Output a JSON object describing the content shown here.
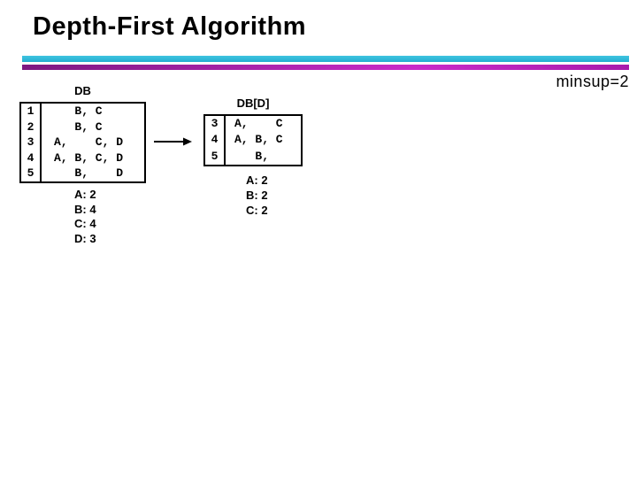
{
  "title": "Depth-First Algorithm",
  "minsup_label": "minsup=2",
  "db_table": {
    "label": "DB",
    "rows": [
      {
        "id": "1",
        "items": "   B, C"
      },
      {
        "id": "2",
        "items": "   B, C"
      },
      {
        "id": "3",
        "items": "A,    C, D"
      },
      {
        "id": "4",
        "items": "A, B, C, D"
      },
      {
        "id": "5",
        "items": "   B,    D"
      }
    ],
    "counts": [
      "A: 2",
      "B: 4",
      "C: 4",
      "D: 3"
    ]
  },
  "db_d_table": {
    "label": "DB[D]",
    "rows": [
      {
        "id": "3",
        "items": "A,    C"
      },
      {
        "id": "4",
        "items": "A, B, C"
      },
      {
        "id": "5",
        "items": "   B,"
      }
    ],
    "counts": [
      "A: 2",
      "B: 2",
      "C: 2"
    ]
  },
  "colors": {
    "bar_top_cyan": "#24aed0",
    "bar_bottom_magenta_start": "#7d1881",
    "bar_bottom_magenta_end": "#c92bc9",
    "text": "#000000",
    "background": "#ffffff"
  }
}
